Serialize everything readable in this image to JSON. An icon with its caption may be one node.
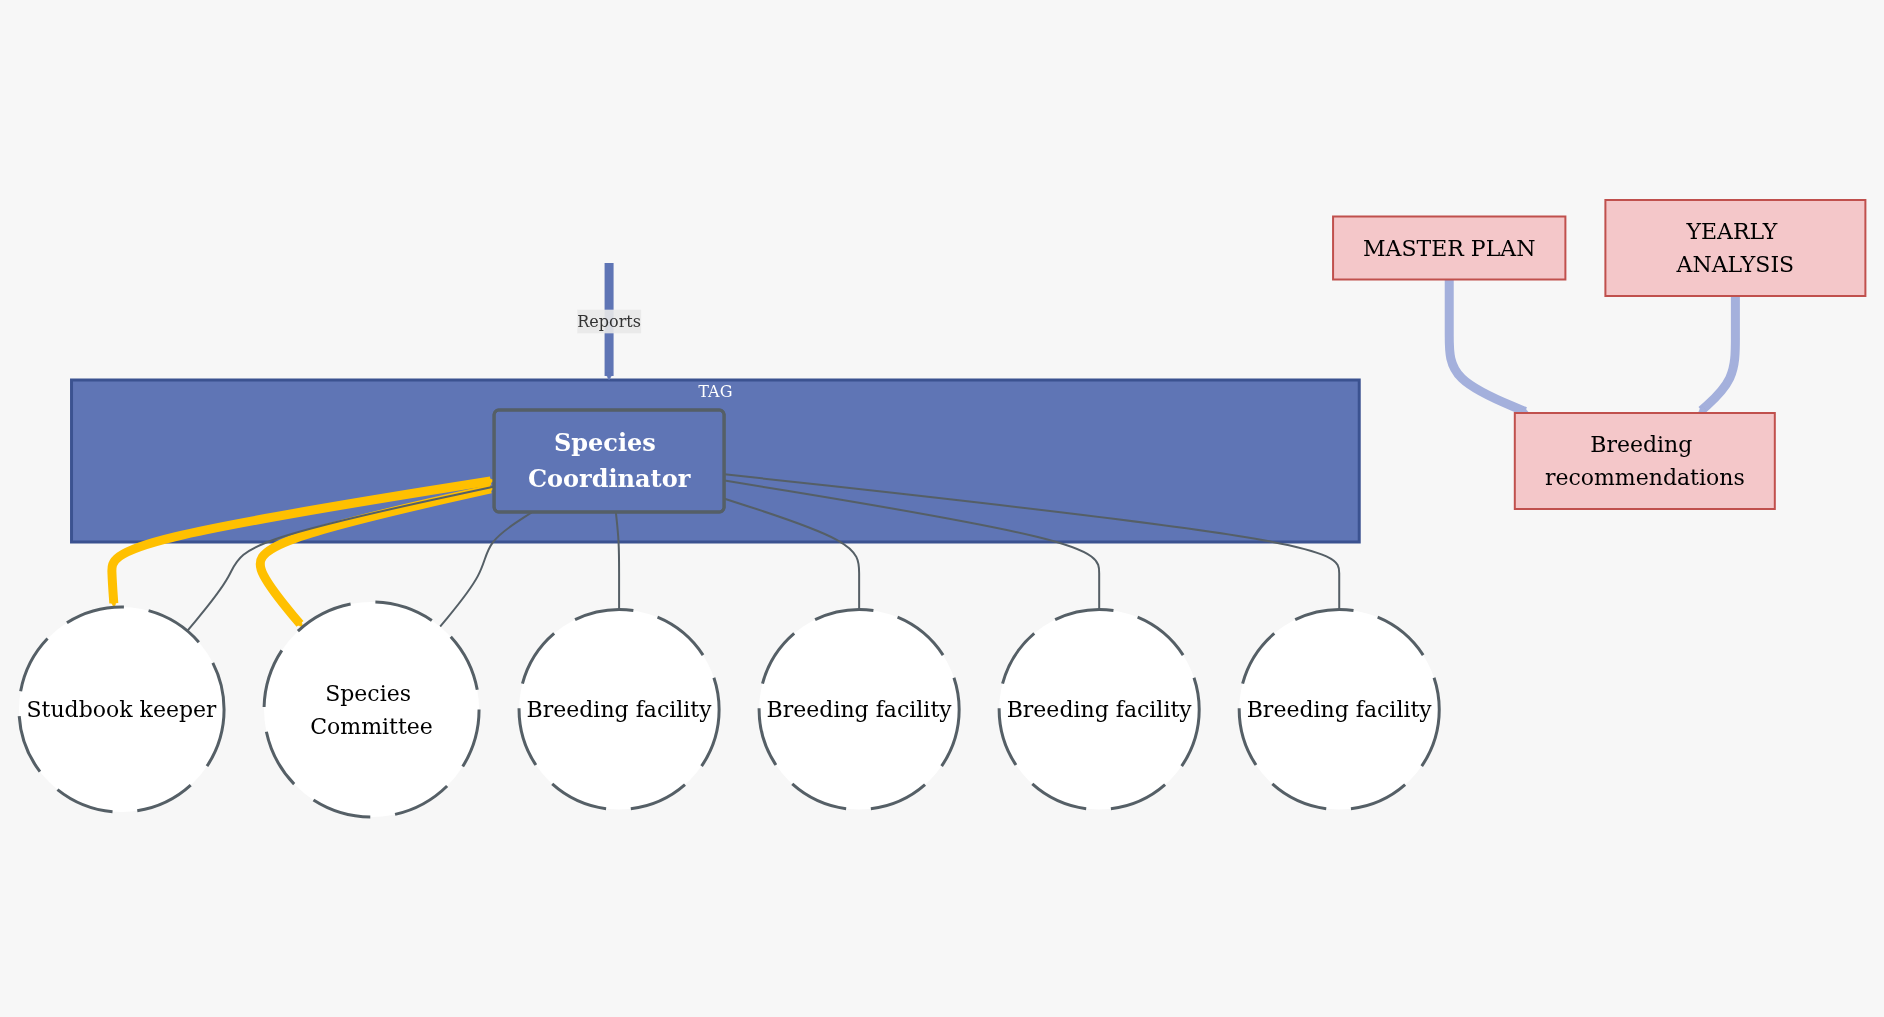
{
  "diagram": {
    "nodes": [
      {
        "text": [
          "TAG"
        ]
      },
      {
        "text": [
          "Species Coordinator"
        ],
        "in": 0
      },
      {
        "text": [
          "Studbook keeper"
        ]
      },
      {
        "text": [
          "Species Committee"
        ]
      },
      {
        "text": [
          "Breeding facility"
        ]
      },
      {
        "text": [
          "Breeding facility"
        ]
      },
      {
        "text": [
          "Breeding facility"
        ]
      },
      {
        "text": [
          "Breeding facility"
        ]
      },
      {
        "text": [
          "YEARLY ANALYSIS"
        ]
      },
      {
        "text": [
          "MASTER PLAN"
        ]
      },
      {
        "text": [
          "Breeding recommendations"
        ]
      }
    ],
    "edges": [
      {
        "from": null,
        "to": 0,
        "arrow": "to",
        "label": "Reports",
        "style": "thick",
        "color": "#5f75b5"
      },
      {
        "from": 1,
        "to": 2,
        "arrow": "both",
        "style": "thick",
        "color": "#ffc000"
      },
      {
        "from": 1,
        "to": 3,
        "arrow": "both",
        "style": "thick",
        "color": "#ffc000"
      },
      {
        "from": 1,
        "to": 2,
        "arrow": "none"
      },
      {
        "from": 1,
        "to": 3,
        "arrow": "none"
      },
      {
        "from": 1,
        "to": 4,
        "arrow": "none"
      },
      {
        "from": 1,
        "to": 5,
        "arrow": "none"
      },
      {
        "from": 1,
        "to": 6,
        "arrow": "none"
      },
      {
        "from": 1,
        "to": 7,
        "arrow": "none"
      },
      {
        "from": 9,
        "to": 10,
        "arrow": "to",
        "style": "thick",
        "color": "#a4b0dc"
      },
      {
        "from": 8,
        "to": 10,
        "arrow": "to",
        "style": "thick",
        "color": "#a4b0dc"
      }
    ]
  }
}
